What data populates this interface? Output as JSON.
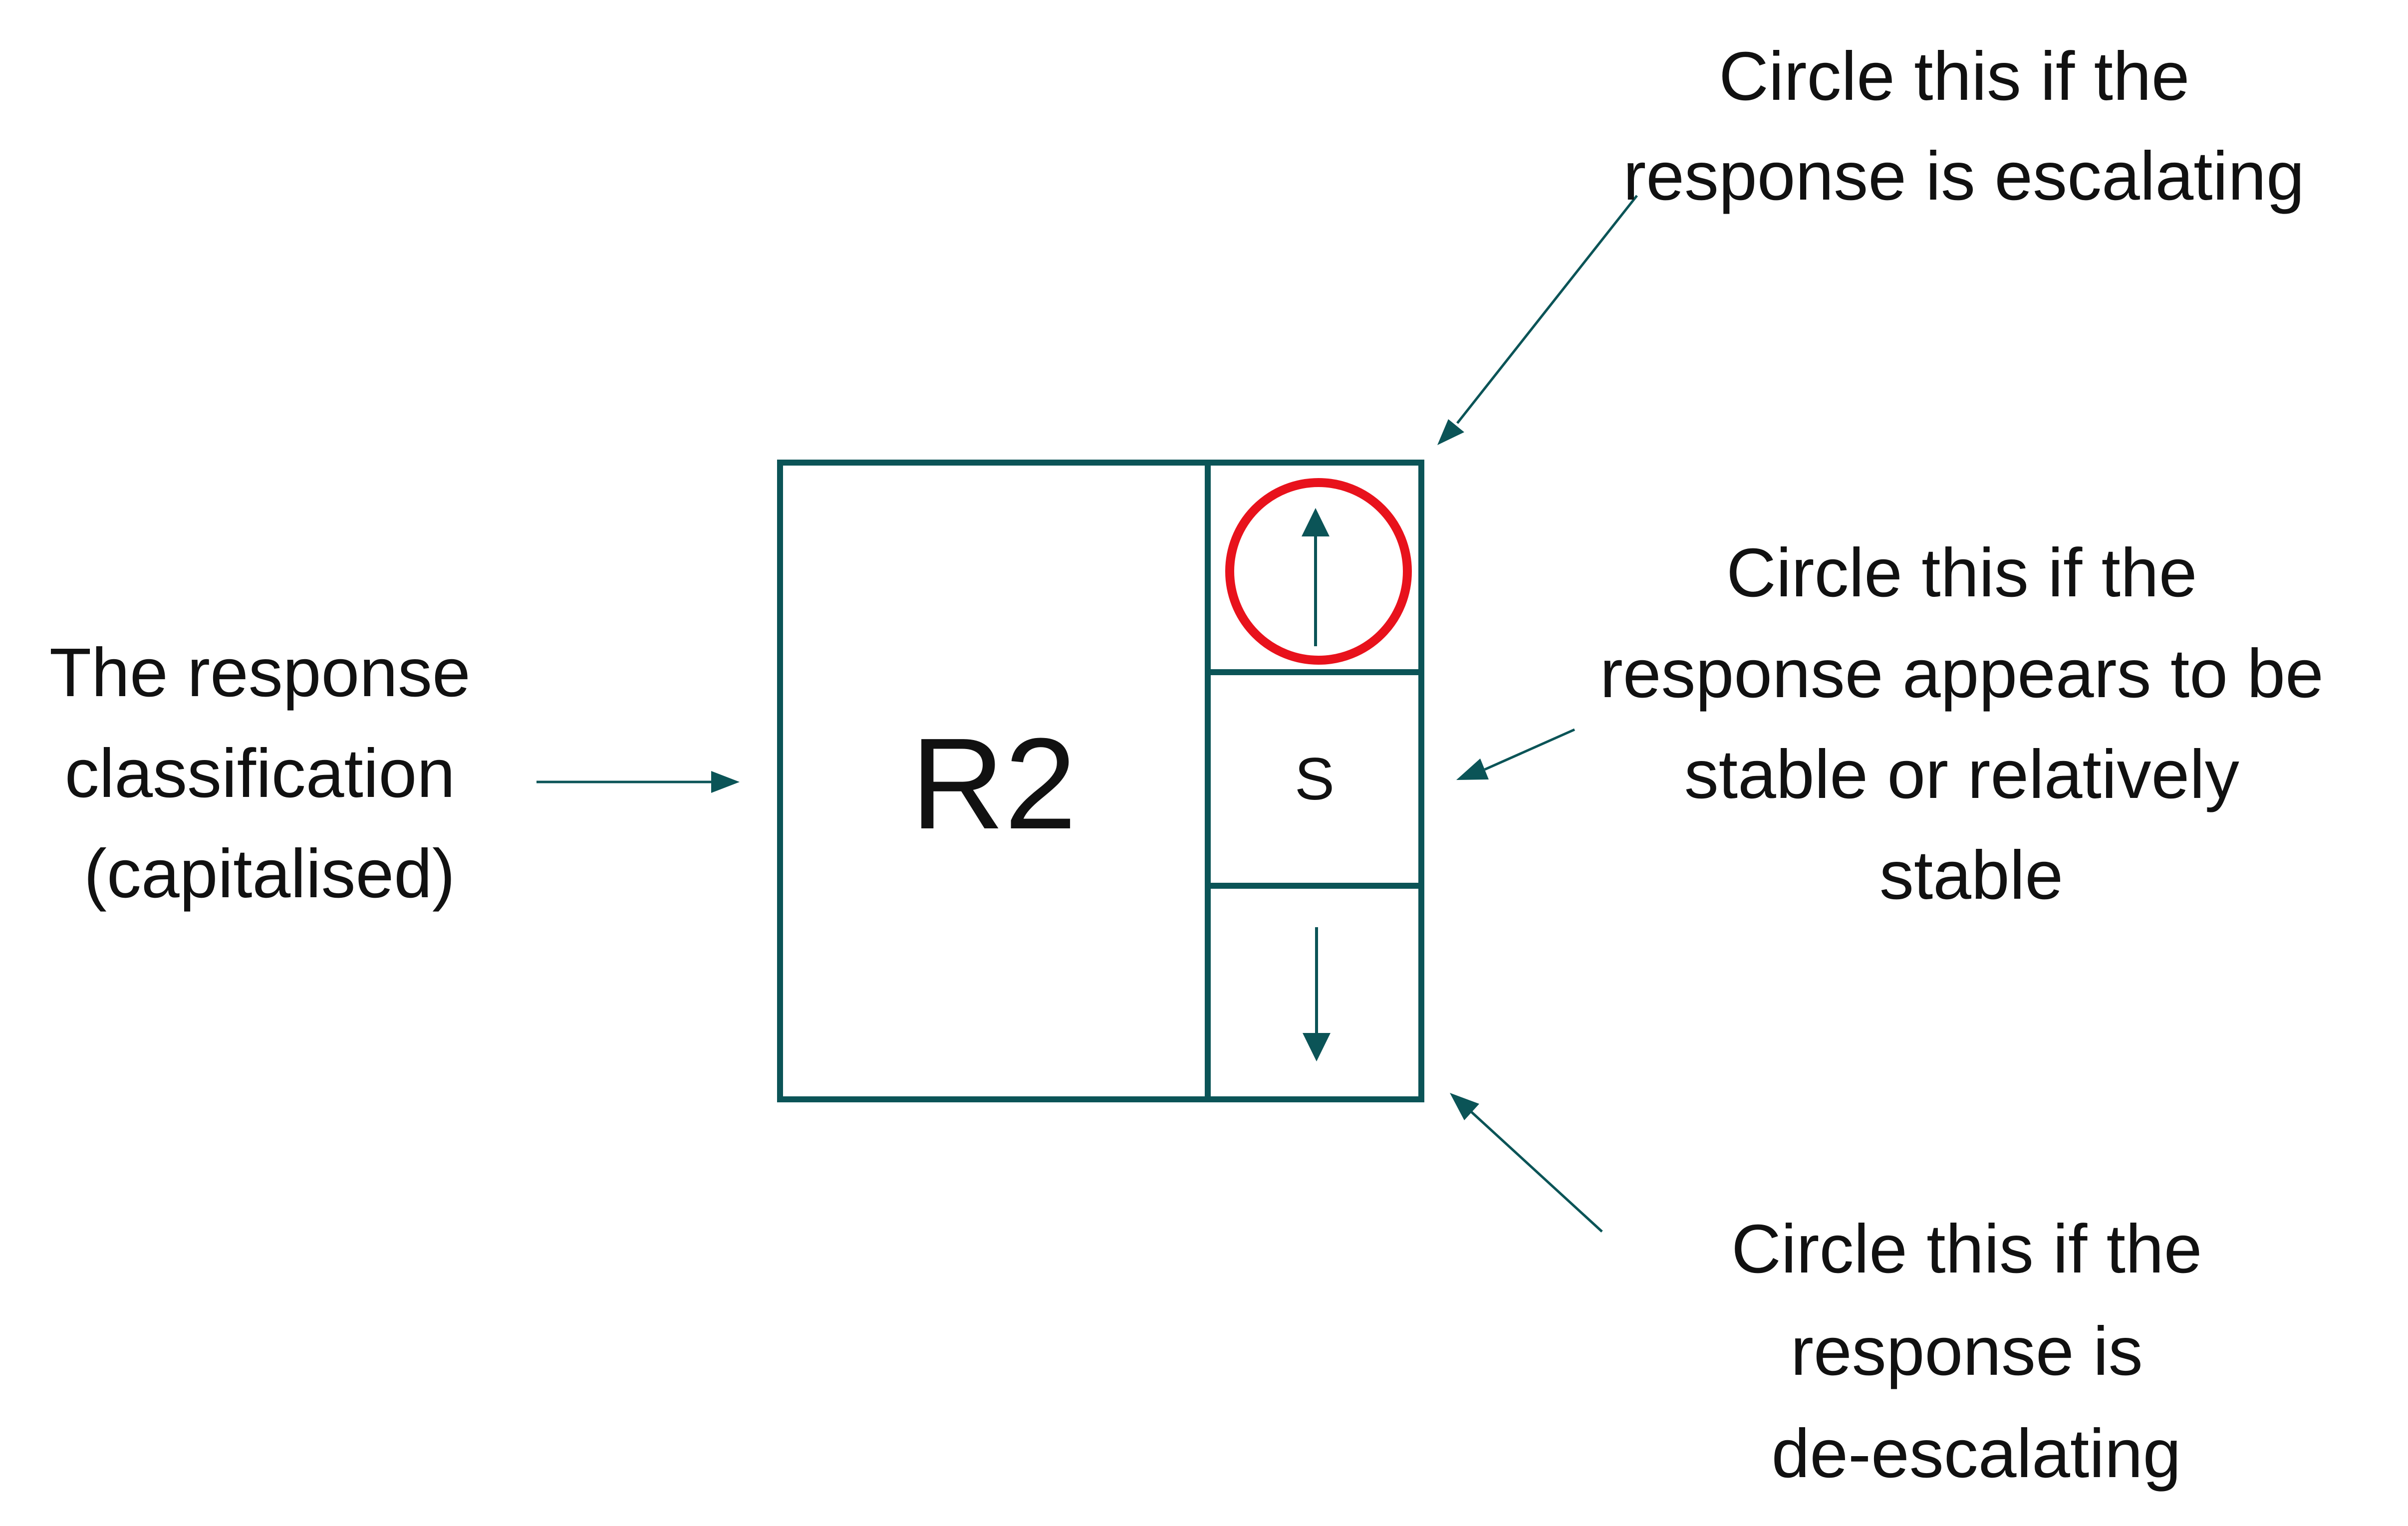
{
  "classification_box": {
    "label": "R2"
  },
  "trend_cells": {
    "escalating_icon": "arrow-up-icon",
    "stable_label": "S",
    "deescalating_icon": "arrow-down-icon"
  },
  "annotations": {
    "classification": [
      "The response",
      "classification",
      "(capitalised)"
    ],
    "escalating": [
      "Circle this if the",
      "response is escalating"
    ],
    "stable": [
      "Circle this if the",
      "response appears to be",
      "stable or relatively",
      "stable"
    ],
    "deescalating": [
      "Circle this if the",
      "response is",
      "de-escalating"
    ]
  },
  "colors": {
    "line": "#0b5457",
    "highlight_circle": "#e8121c",
    "text": "#111111"
  }
}
